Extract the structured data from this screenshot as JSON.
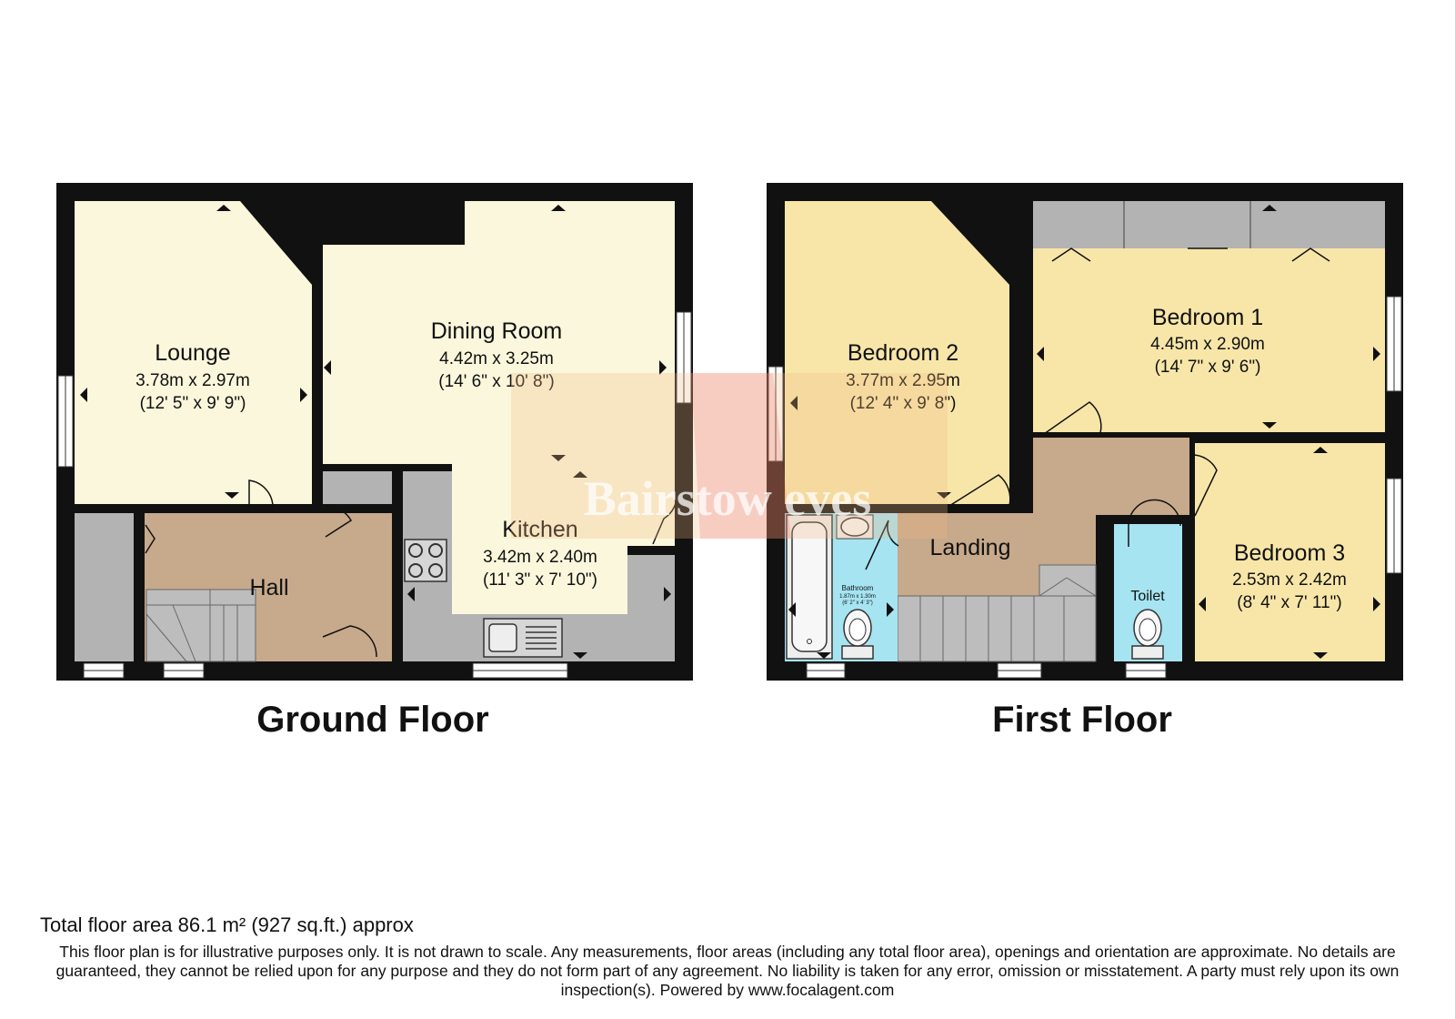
{
  "ground_floor": {
    "title": "Ground Floor",
    "rooms": {
      "lounge": {
        "name": "Lounge",
        "metric": "3.78m x 2.97m",
        "imperial": "(12' 5\" x 9' 9\")"
      },
      "dining": {
        "name": "Dining Room",
        "metric": "4.42m x 3.25m",
        "imperial": "(14' 6\" x 10' 8\")"
      },
      "kitchen": {
        "name": "Kitchen",
        "metric": "3.42m x 2.40m",
        "imperial": "(11' 3\" x 7' 10\")"
      },
      "hall": {
        "name": "Hall"
      }
    }
  },
  "first_floor": {
    "title": "First Floor",
    "rooms": {
      "bedroom2": {
        "name": "Bedroom 2",
        "metric": "3.77m x 2.95m",
        "imperial": "(12' 4\" x 9' 8\")"
      },
      "bedroom1": {
        "name": "Bedroom 1",
        "metric": "4.45m x 2.90m",
        "imperial": "(14' 7\" x 9' 6\")"
      },
      "bedroom3": {
        "name": "Bedroom 3",
        "metric": "2.53m x 2.42m",
        "imperial": "(8' 4\" x 7' 11\")"
      },
      "landing": {
        "name": "Landing"
      },
      "toilet": {
        "name": "Toilet"
      },
      "bathroom": {
        "name": "Bathroom",
        "metric": "1.87m x 1.30m",
        "imperial": "(6' 2\" x 4' 3\")"
      }
    }
  },
  "watermark": "Bairstow eves",
  "footer": {
    "total_area": "Total floor area 86.1 m² (927 sq.ft.) approx",
    "disclaimer": "This floor plan is for illustrative purposes only. It is not drawn to scale. Any measurements, floor areas (including any total floor area), openings and orientation are approximate. No details are guaranteed, they cannot be relied upon for any purpose and they do not form part of any agreement. No liability is taken for any error, omission or misstatement. A party must rely upon its own inspection(s). Powered by www.focalagent.com"
  },
  "colors": {
    "wall": "#111111",
    "lounge_dining": "#fbf7dc",
    "hall_landing": "#c7a98b",
    "kitchen_unit": "#b3b3b3",
    "bedroom": "#f8e6a9",
    "wet_room": "#a6e4f2",
    "watermark_red": "#e94a4a",
    "watermark_orange": "#f0b880"
  }
}
